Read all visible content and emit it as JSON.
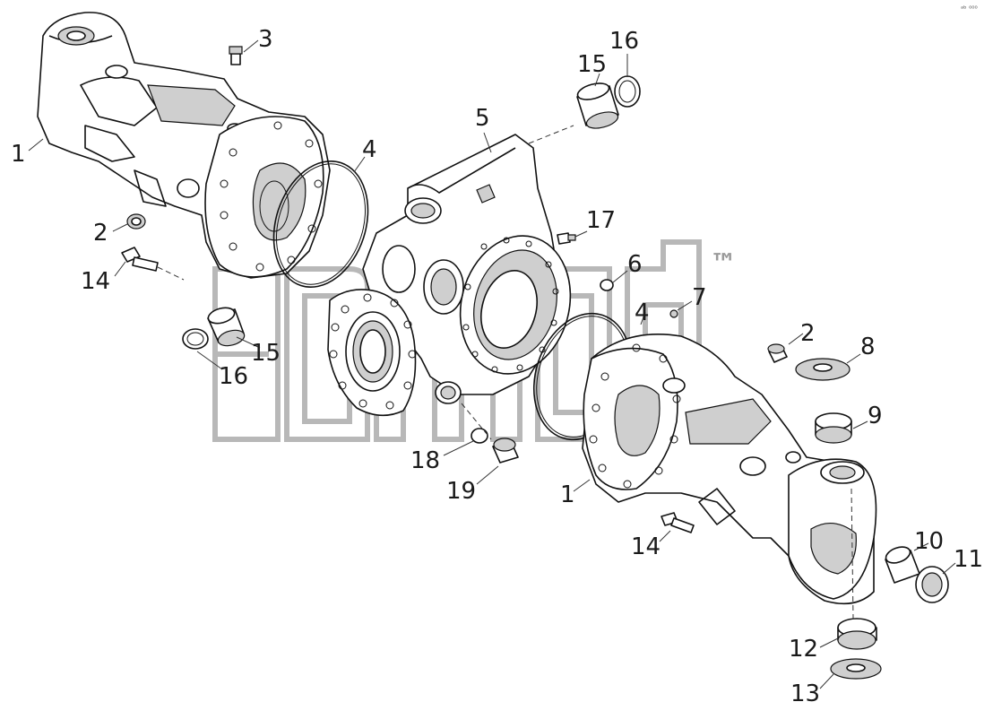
{
  "corner_mark": "ᵃᵇ ⁰⁰⁰",
  "watermark": {
    "text": "™"
  },
  "callouts": {
    "c1a": "1",
    "c1b": "1",
    "c2a": "2",
    "c2b": "2",
    "c3": "3",
    "c4a": "4",
    "c4b": "4",
    "c5": "5",
    "c6": "6",
    "c7": "7",
    "c8": "8",
    "c9": "9",
    "c10": "10",
    "c11": "11",
    "c12": "12",
    "c13": "13",
    "c14a": "14",
    "c14b": "14",
    "c15a": "15",
    "c15b": "15",
    "c16a": "16",
    "c16b": "16",
    "c17": "17",
    "c18": "18",
    "c19": "19"
  }
}
